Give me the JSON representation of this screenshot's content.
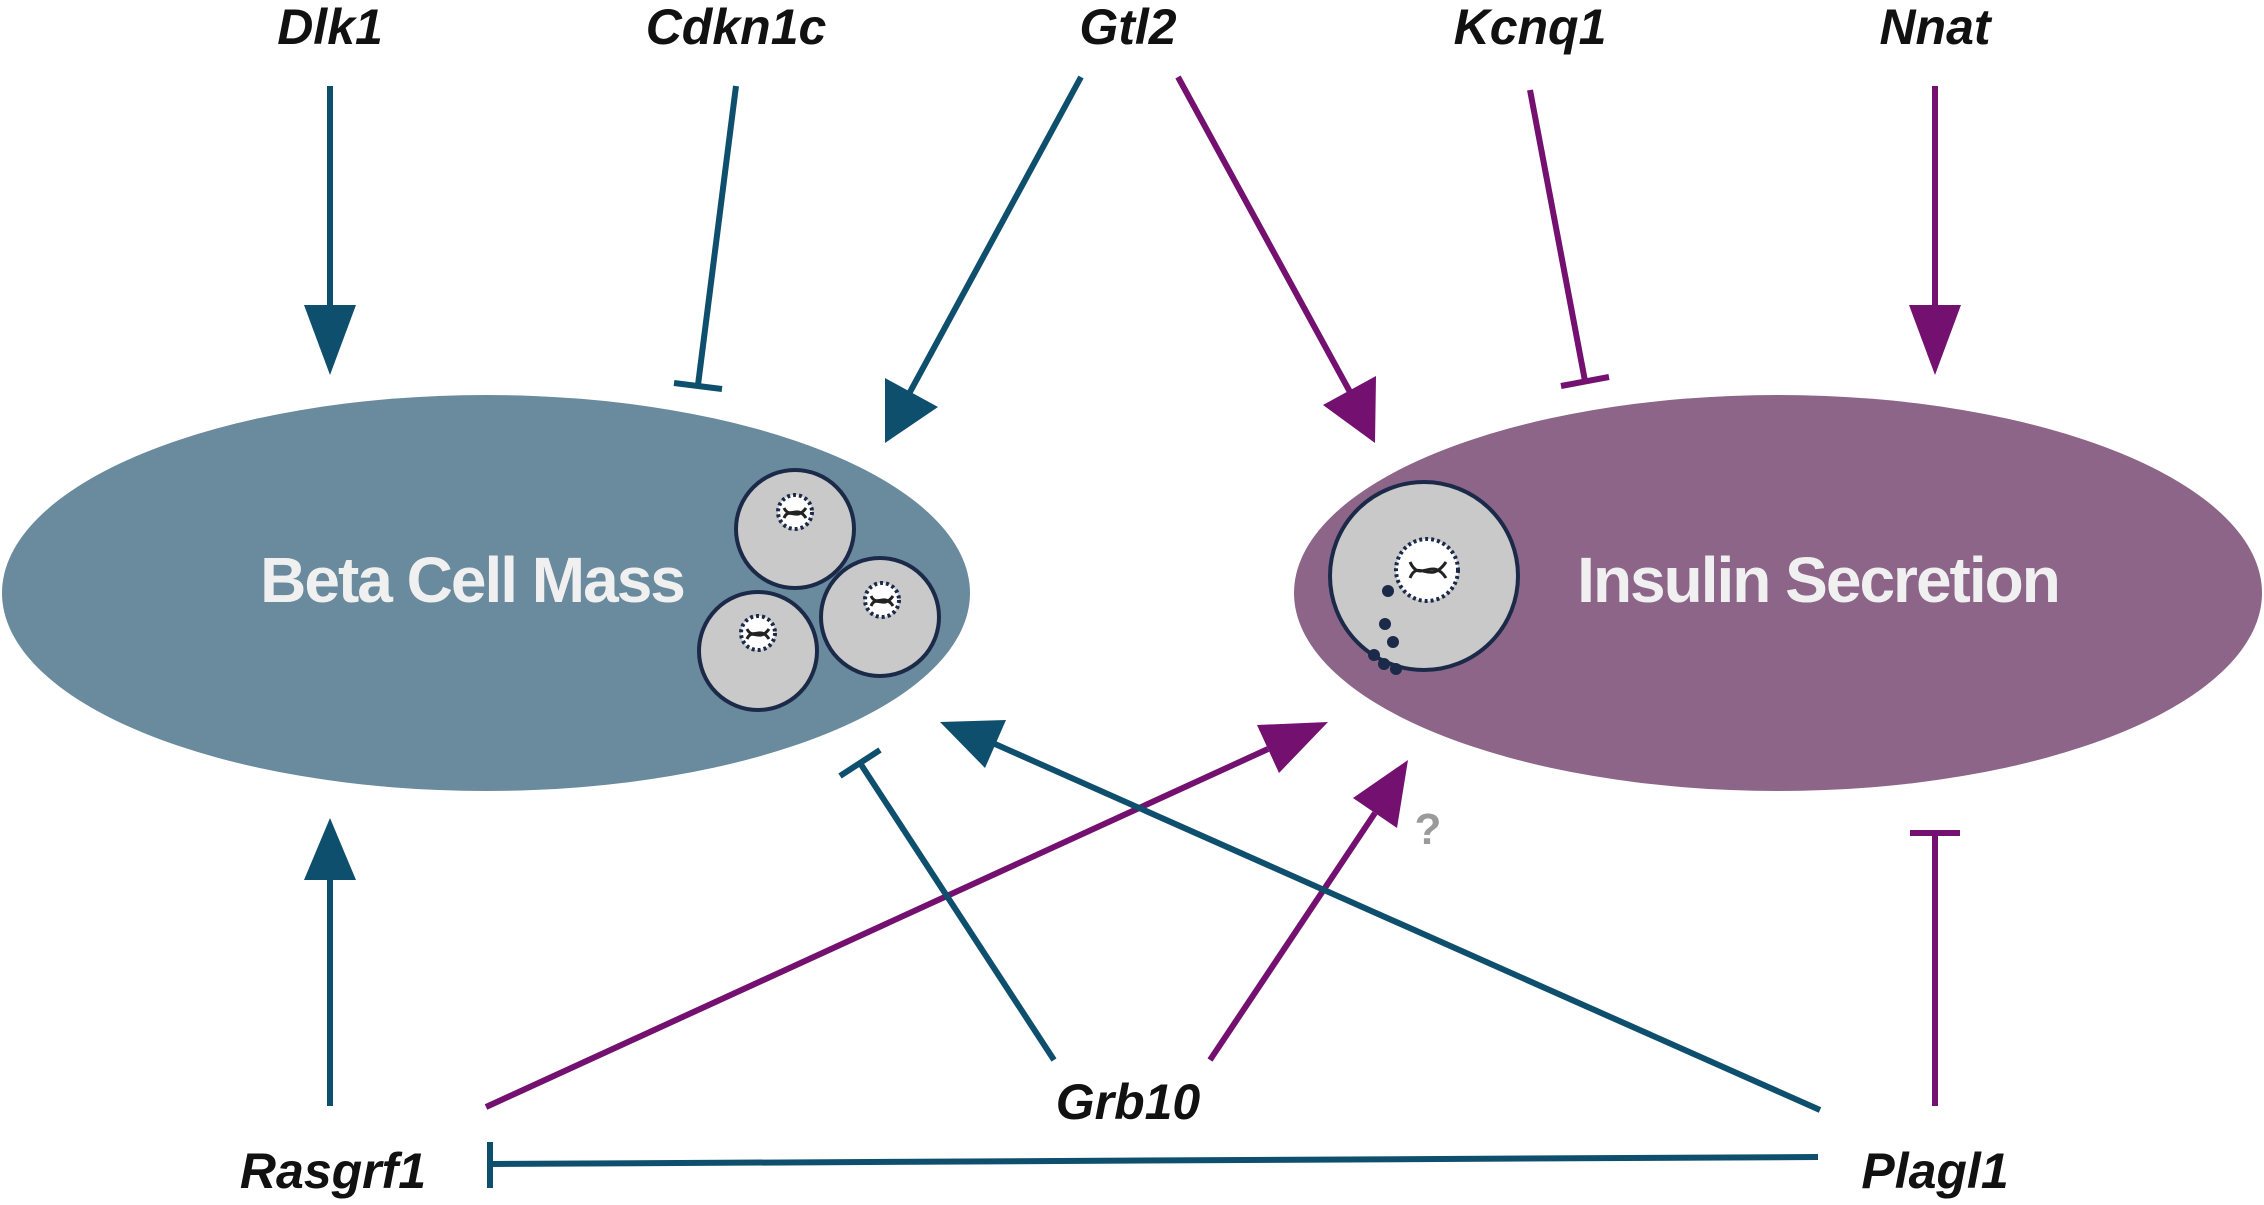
{
  "colors": {
    "beta_region": "#6a8a9e",
    "insulin_region": "#8c6589",
    "beta_edge": "#0f4f6e",
    "insulin_edge": "#74106f",
    "uncertain_mark": "#9a9a9a"
  },
  "regions": {
    "beta_cell_mass": "Beta Cell Mass",
    "insulin_secretion": "Insulin Secretion"
  },
  "genes": {
    "dlk1": "Dlk1",
    "cdkn1c": "Cdkn1c",
    "gtl2": "Gtl2",
    "kcnq1": "Kcnq1",
    "nnat": "Nnat",
    "rasgrf1": "Rasgrf1",
    "grb10": "Grb10",
    "plagl1": "Plagl1"
  },
  "uncertain_label": "?",
  "edges": [
    {
      "from": "Dlk1",
      "to": "Beta Cell Mass",
      "effect": "activates",
      "color": "beta_edge"
    },
    {
      "from": "Cdkn1c",
      "to": "Beta Cell Mass",
      "effect": "inhibits",
      "color": "beta_edge"
    },
    {
      "from": "Gtl2",
      "to": "Beta Cell Mass",
      "effect": "activates",
      "color": "beta_edge"
    },
    {
      "from": "Gtl2",
      "to": "Insulin Secretion",
      "effect": "activates",
      "color": "insulin_edge"
    },
    {
      "from": "Kcnq1",
      "to": "Insulin Secretion",
      "effect": "inhibits",
      "color": "insulin_edge"
    },
    {
      "from": "Nnat",
      "to": "Insulin Secretion",
      "effect": "activates",
      "color": "insulin_edge"
    },
    {
      "from": "Rasgrf1",
      "to": "Beta Cell Mass",
      "effect": "activates",
      "color": "beta_edge"
    },
    {
      "from": "Rasgrf1",
      "to": "Insulin Secretion",
      "effect": "activates",
      "color": "insulin_edge"
    },
    {
      "from": "Grb10",
      "to": "Beta Cell Mass",
      "effect": "inhibits",
      "color": "beta_edge"
    },
    {
      "from": "Grb10",
      "to": "Insulin Secretion",
      "effect": "activates",
      "color": "insulin_edge",
      "uncertain": true
    },
    {
      "from": "Plagl1",
      "to": "Beta Cell Mass",
      "effect": "activates",
      "color": "beta_edge"
    },
    {
      "from": "Plagl1",
      "to": "Insulin Secretion",
      "effect": "inhibits",
      "color": "insulin_edge"
    },
    {
      "from": "Plagl1",
      "to": "Rasgrf1",
      "effect": "inhibits",
      "color": "beta_edge"
    }
  ]
}
